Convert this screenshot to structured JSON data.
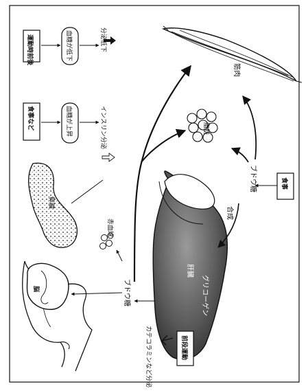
{
  "labels": {
    "exercise_before": "運動時前後",
    "blood_sugar_down": "血糖が低下",
    "secretion_down": "分泌低下",
    "meal_etc": "食事など",
    "blood_sugar_up": "血糖が上昇",
    "insulin_secretion": "インスリン分泌",
    "pancreas": "膵臓",
    "brain": "脳",
    "red_blood_cells": "赤血球",
    "glucose_left": "ブドウ糖",
    "liver": "肝臓",
    "glycogen": "グリコーゲン",
    "synthesis": "合成",
    "glucose_right": "ブドウ糖",
    "meal_right": "食事",
    "fat": "脂肪",
    "muscle": "筋肉",
    "catecholamine": "カテコラミンなど分泌",
    "exercise_front": "前段運動"
  },
  "colors": {
    "ink": "#111111",
    "liver_fill": "#5a5a5a",
    "box_stroke": "#111111"
  }
}
